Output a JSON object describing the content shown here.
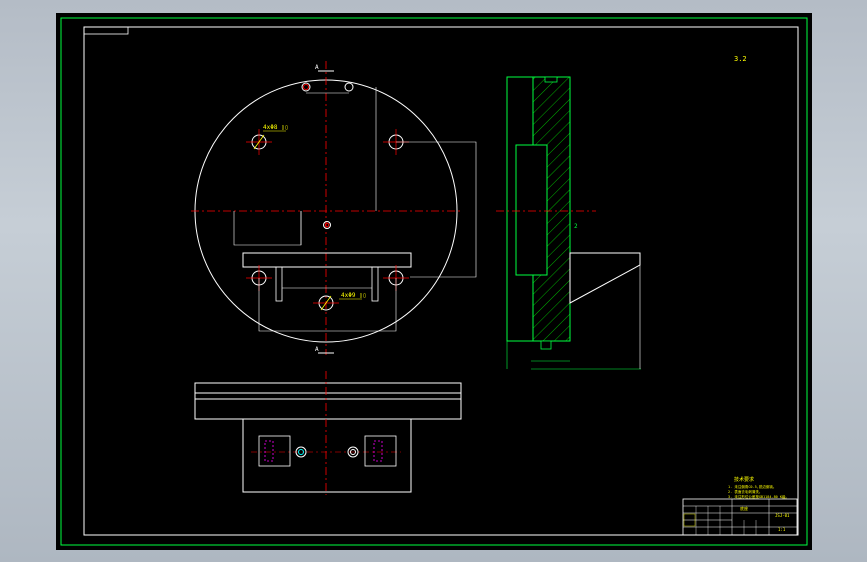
{
  "drawing": {
    "roughness_note": "3.2",
    "tech_title": "技术要求",
    "tech_notes": [
      "1. 未注倒角C0.5,锐边倒钝。",
      "2. 表面去毛刺清洗。",
      "3. 未注形位公差按GB1184-80 K级。"
    ],
    "callouts": {
      "hole_upper": "4xΦ8 ▯▯",
      "hole_lower": "4xΦ9 ▯▯",
      "section_top": "A",
      "section_bottom": "A",
      "dim_right": "2"
    },
    "title_block": {
      "part_name": "底座",
      "drawing_no": "JSJ-01",
      "scale": "1:1"
    }
  },
  "colors": {
    "frame_green": "#00ff40",
    "drawing_white": "#ffffff",
    "center_red": "#ff0000",
    "annotation_yellow": "#ffff00",
    "hatch_green": "#00c000",
    "hidden_magenta": "#ff00ff",
    "hole_cyan": "#00ffff",
    "background": "#000000"
  }
}
